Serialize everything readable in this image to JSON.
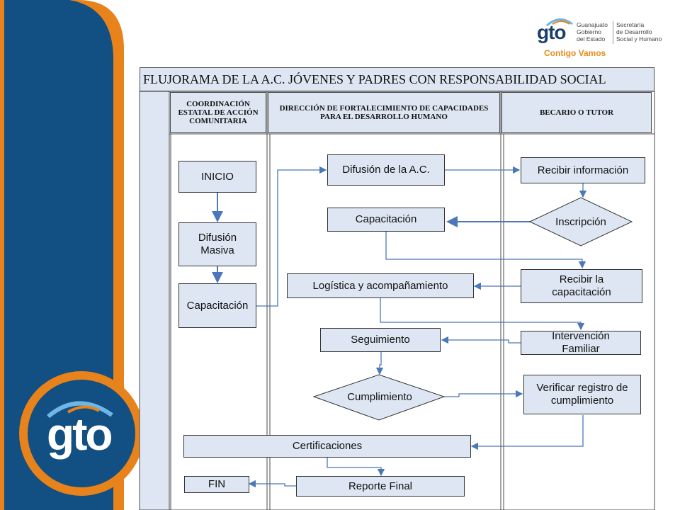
{
  "header": {
    "title": "FLUJORAMA DE LA A.C. JÓVENES Y PADRES CON RESPONSABILIDAD SOCIAL"
  },
  "logo": {
    "gto": "gto",
    "gobierno": "Guanajuato\nGobierno\ndel Estado",
    "secretaria": "Secretaría\nde Desarrollo\nSocial y Humano",
    "slogan": "Contigo Vamos",
    "big_gto": "gto"
  },
  "columns": {
    "col1": "COORDINACIÓN ESTATAL DE ACCIÓN COMUNITARIA",
    "col2": "DIRECCIÓN DE FORTALECIMIENTO DE CAPACIDADES PARA EL DESARROLLO HUMANO",
    "col3": "BECARIO O TUTOR"
  },
  "nodes": {
    "inicio": "INICIO",
    "difusion_masiva": "Difusión Masiva",
    "capacitacion_1": "Capacitación",
    "difusion_ac": "Difusión de  la A.C.",
    "capacitacion_2": "Capacitación",
    "logistica": "Logística y acompañamiento",
    "seguimiento": "Seguimiento",
    "cumplimiento": "Cumplimiento",
    "certificaciones": "Certificaciones",
    "reporte_final": "Reporte Final",
    "fin": "FIN",
    "recibir_informacion": "Recibir información",
    "inscripcion": "Inscripción",
    "recibir_capacitacion": "Recibir la capacitación",
    "intervencion": "Intervención Familiar",
    "verificar": "Verificar registro de cumplimiento"
  },
  "colors": {
    "sidebar_blue": "#124f82",
    "sidebar_orange": "#e8831c",
    "box_fill": "#dde6f2",
    "arrow": "#4a78b8"
  }
}
